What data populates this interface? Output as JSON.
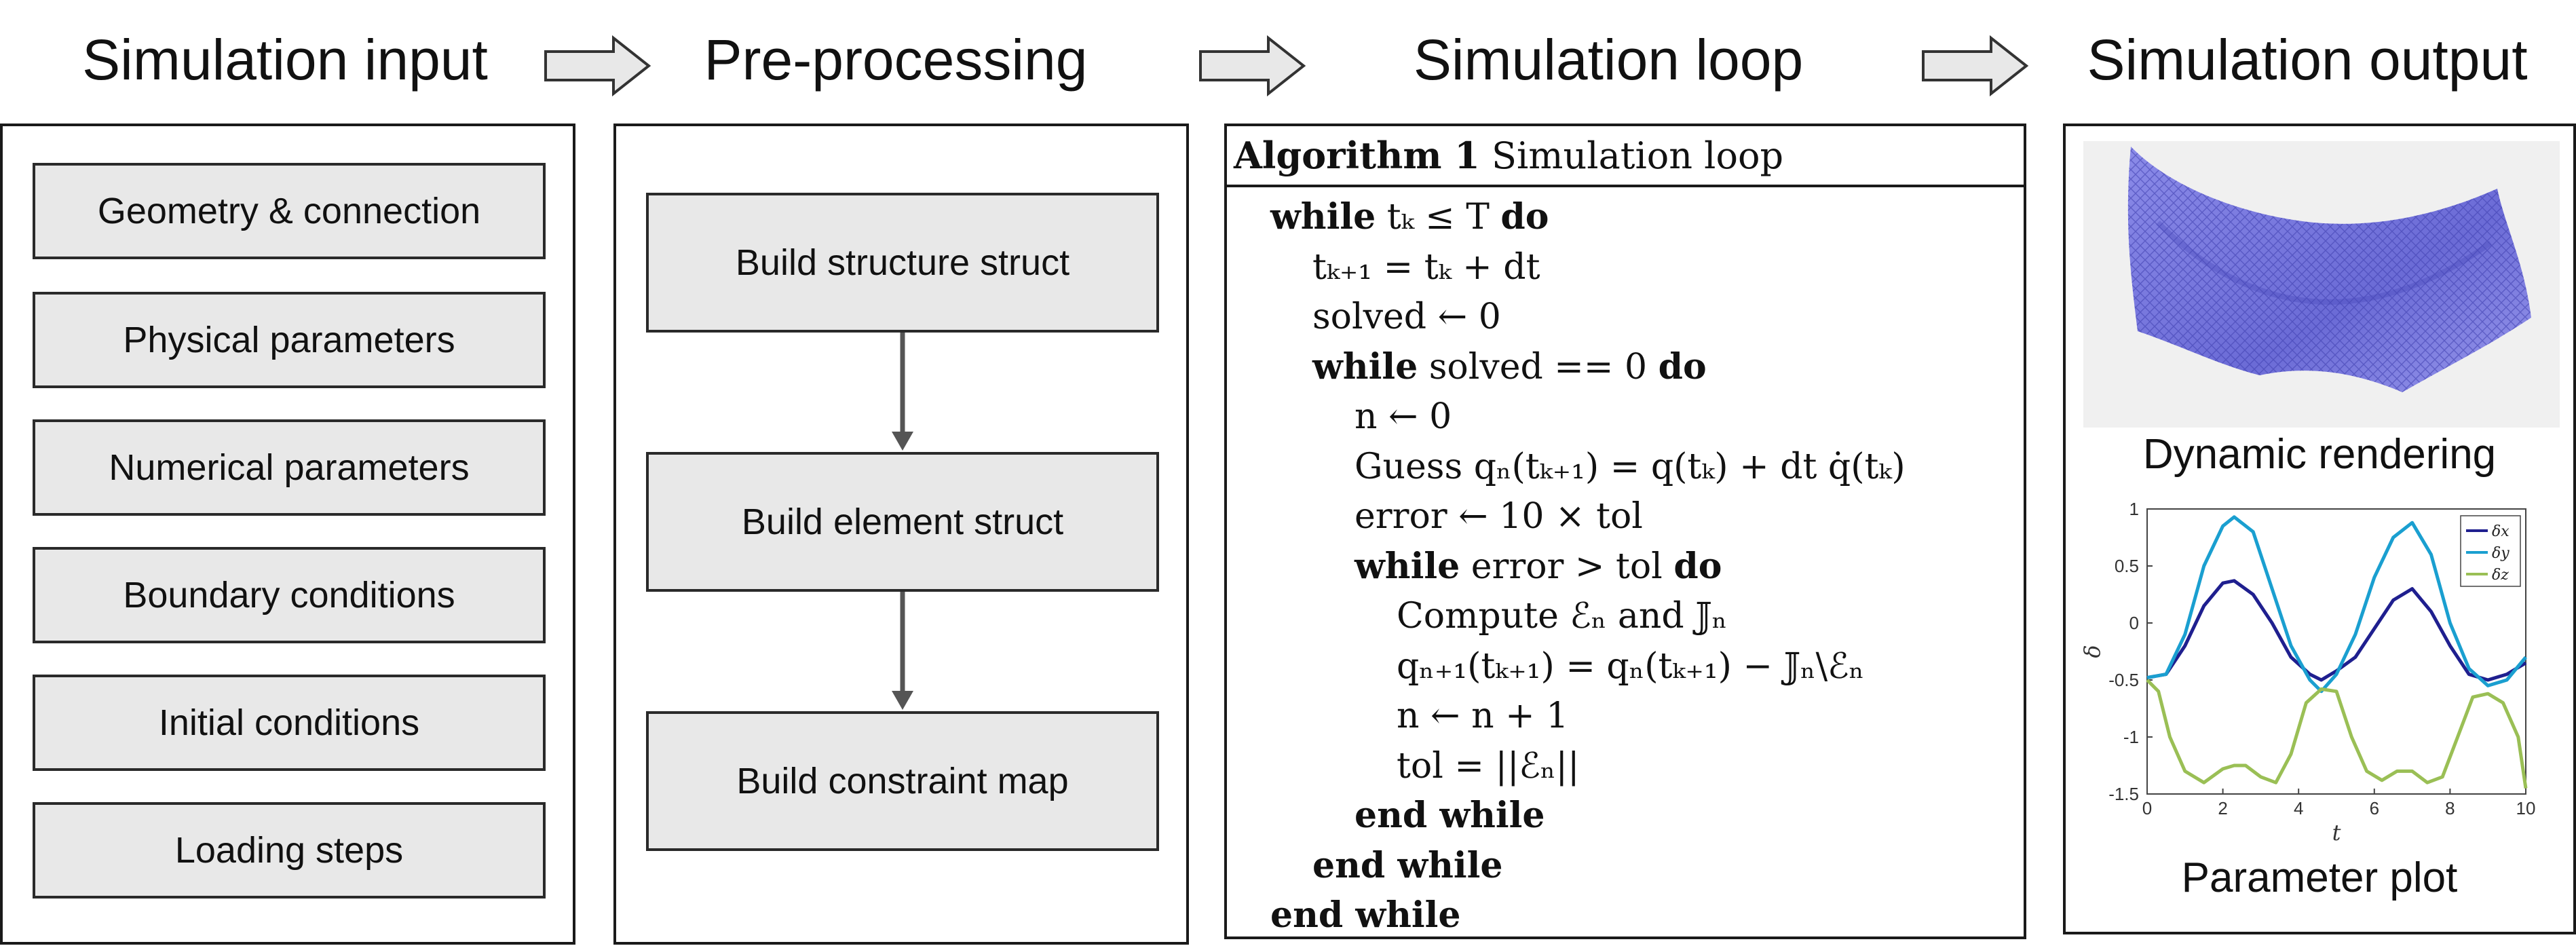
{
  "headings": {
    "input": "Simulation input",
    "pre": "Pre-processing",
    "loop": "Simulation loop",
    "output": "Simulation output"
  },
  "input_boxes": [
    "Geometry & connection",
    "Physical parameters",
    "Numerical parameters",
    "Boundary conditions",
    "Initial conditions",
    "Loading steps"
  ],
  "pre_boxes": [
    "Build structure struct",
    "Build element struct",
    "Build constraint map"
  ],
  "algorithm": {
    "label": "Algorithm 1",
    "name": "Simulation loop",
    "lines": [
      {
        "kw1": "while",
        "text": " tₖ ≤ T ",
        "kw2": "do"
      },
      {
        "text": "tₖ₊₁ = tₖ + dt"
      },
      {
        "text": "solved ← 0"
      },
      {
        "kw1": "while",
        "text": " solved == 0 ",
        "kw2": "do"
      },
      {
        "text": "n ← 0"
      },
      {
        "text": "Guess qₙ(tₖ₊₁) = q(tₖ) + dt q̇(tₖ)"
      },
      {
        "text": "error ← 10 × tol"
      },
      {
        "kw1": "while",
        "text": " error > tol ",
        "kw2": "do"
      },
      {
        "text": "Compute ℰₙ and 𝕁ₙ"
      },
      {
        "text": "qₙ₊₁(tₖ₊₁) = qₙ(tₖ₊₁) − 𝕁ₙ\\ℰₙ"
      },
      {
        "text": "n ← n + 1"
      },
      {
        "text": "tol = ||ℰₙ||"
      },
      {
        "kw1": "end while"
      },
      {
        "kw1": "end while"
      },
      {
        "kw1": "end while"
      }
    ]
  },
  "output": {
    "render_caption": "Dynamic rendering",
    "plot_caption": "Parameter plot"
  },
  "chart_data": {
    "type": "line",
    "xlabel": "t",
    "ylabel": "δ",
    "xlim": [
      0,
      10
    ],
    "ylim": [
      -1.5,
      1
    ],
    "xticks": [
      "0",
      "2",
      "4",
      "6",
      "8",
      "10"
    ],
    "yticks": [
      "1",
      "0.5",
      "0",
      "-0.5",
      "-1",
      "-1.5"
    ],
    "legend_position": "top-right",
    "series": [
      {
        "name": "δx",
        "color": "#1f1f8f",
        "x": [
          0,
          0.5,
          1,
          1.5,
          2,
          2.3,
          2.8,
          3.3,
          3.8,
          4.3,
          4.6,
          5.0,
          5.5,
          6.0,
          6.5,
          7.0,
          7.5,
          8.0,
          8.5,
          9.0,
          9.5,
          10
        ],
        "y": [
          -0.48,
          -0.45,
          -0.2,
          0.15,
          0.35,
          0.37,
          0.25,
          0.0,
          -0.3,
          -0.45,
          -0.5,
          -0.42,
          -0.3,
          -0.05,
          0.2,
          0.3,
          0.1,
          -0.2,
          -0.45,
          -0.5,
          -0.45,
          -0.35
        ]
      },
      {
        "name": "δy",
        "color": "#1a9fd0",
        "x": [
          0,
          0.5,
          1,
          1.5,
          2,
          2.3,
          2.8,
          3.3,
          3.8,
          4.3,
          4.6,
          5.0,
          5.5,
          6.0,
          6.5,
          7.0,
          7.5,
          8.0,
          8.5,
          9.0,
          9.5,
          10
        ],
        "y": [
          -0.48,
          -0.45,
          -0.1,
          0.5,
          0.85,
          0.93,
          0.8,
          0.3,
          -0.2,
          -0.5,
          -0.6,
          -0.45,
          -0.1,
          0.4,
          0.75,
          0.88,
          0.6,
          0.0,
          -0.4,
          -0.55,
          -0.5,
          -0.3
        ]
      },
      {
        "name": "δz",
        "color": "#9abf55",
        "x": [
          0,
          0.3,
          0.6,
          1.0,
          1.5,
          2.0,
          2.3,
          2.6,
          3.0,
          3.4,
          3.8,
          4.2,
          4.6,
          5.0,
          5.4,
          5.8,
          6.2,
          6.6,
          7.0,
          7.4,
          7.8,
          8.2,
          8.6,
          9.0,
          9.4,
          9.8,
          10
        ],
        "y": [
          -0.5,
          -0.6,
          -1.0,
          -1.3,
          -1.4,
          -1.28,
          -1.25,
          -1.25,
          -1.35,
          -1.4,
          -1.15,
          -0.7,
          -0.58,
          -0.6,
          -1.0,
          -1.3,
          -1.38,
          -1.3,
          -1.3,
          -1.4,
          -1.35,
          -1.0,
          -0.65,
          -0.62,
          -0.7,
          -1.0,
          -1.45
        ]
      }
    ]
  }
}
